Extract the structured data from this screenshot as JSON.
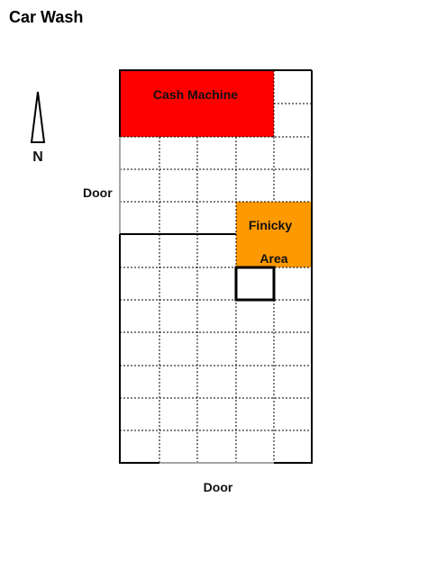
{
  "title": "Car Wash",
  "compass": {
    "label": "N"
  },
  "colors": {
    "cash_machine": "#ff0000",
    "finicky_area": "#ff9900",
    "wall": "#000000",
    "door_wall": "#a6a6a6",
    "grid": "#000000",
    "background": "#ffffff"
  },
  "zones": {
    "cash_machine": {
      "label": "Cash Machine"
    },
    "finicky_area": {
      "line1": "Finicky",
      "line2": "Area"
    }
  },
  "doors": {
    "west": "Door",
    "south": "Door"
  }
}
